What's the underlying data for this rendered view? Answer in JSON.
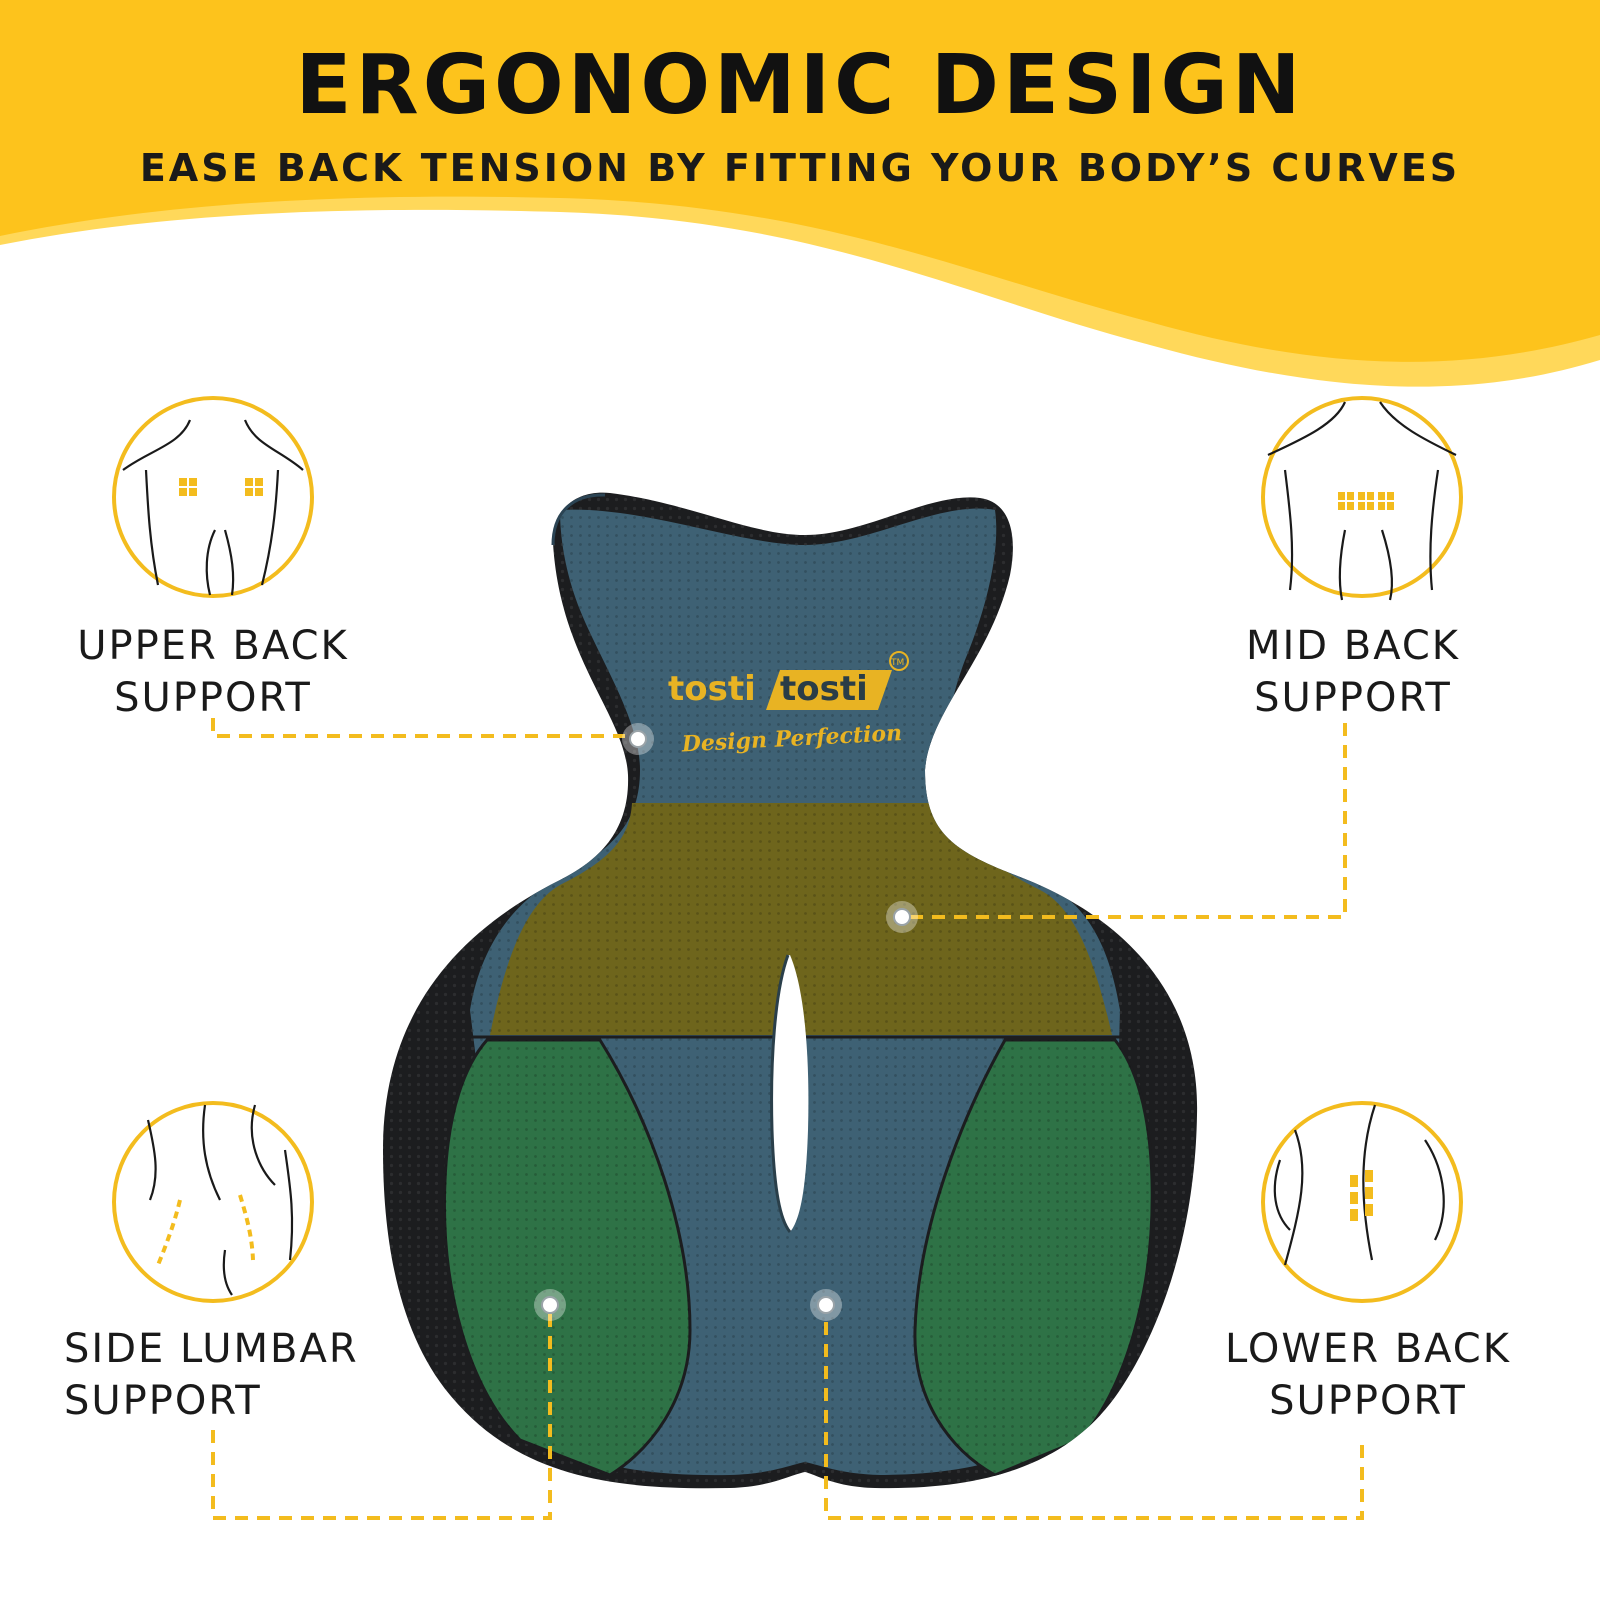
{
  "header": {
    "title": "ERGONOMIC DESIGN",
    "subtitle": "EASE BACK TENSION BY FITTING YOUR BODY’S CURVES"
  },
  "colors": {
    "banner_yellow": "#FDC31C",
    "banner_light": "#FFD85A",
    "callout_line": "#F3BC1E",
    "cushion_blue": "#3E6174",
    "cushion_olive": "#6E651C",
    "cushion_green": "#2E7246",
    "cushion_border": "#1C1D1F"
  },
  "callouts": [
    {
      "id": "upper-back",
      "line1": "UPPER BACK",
      "line2": "SUPPORT",
      "icon": "upper-back-body-icon"
    },
    {
      "id": "mid-back",
      "line1": "MID BACK",
      "line2": "SUPPORT",
      "icon": "mid-back-body-icon"
    },
    {
      "id": "side-lumbar",
      "line1": "SIDE LUMBAR",
      "line2": "SUPPORT",
      "icon": "side-lumbar-body-icon"
    },
    {
      "id": "lower-back",
      "line1": "LOWER BACK",
      "line2": "SUPPORT",
      "icon": "lower-back-body-icon"
    }
  ],
  "product": {
    "brand_left": "tosti",
    "brand_right": "tosti",
    "trademark": "TM",
    "tagline": "Design Perfection"
  }
}
